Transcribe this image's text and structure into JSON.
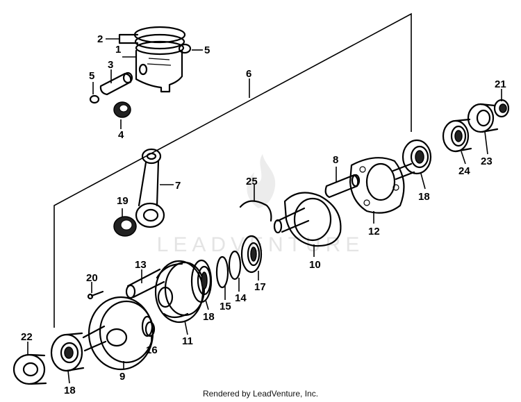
{
  "diagram": {
    "watermark": "LEADVENTURE",
    "footer": "Rendered by LeadVenture, Inc.",
    "callouts": [
      {
        "id": "c1",
        "text": "1"
      },
      {
        "id": "c2",
        "text": "2"
      },
      {
        "id": "c3",
        "text": "3"
      },
      {
        "id": "c4",
        "text": "4"
      },
      {
        "id": "c5a",
        "text": "5"
      },
      {
        "id": "c5b",
        "text": "5"
      },
      {
        "id": "c6",
        "text": "6"
      },
      {
        "id": "c7",
        "text": "7"
      },
      {
        "id": "c8",
        "text": "8"
      },
      {
        "id": "c9",
        "text": "9"
      },
      {
        "id": "c10",
        "text": "10"
      },
      {
        "id": "c11",
        "text": "11"
      },
      {
        "id": "c12",
        "text": "12"
      },
      {
        "id": "c13",
        "text": "13"
      },
      {
        "id": "c14",
        "text": "14"
      },
      {
        "id": "c15",
        "text": "15"
      },
      {
        "id": "c16",
        "text": "16"
      },
      {
        "id": "c17",
        "text": "17"
      },
      {
        "id": "c18a",
        "text": "18"
      },
      {
        "id": "c18b",
        "text": "18"
      },
      {
        "id": "c18c",
        "text": "18"
      },
      {
        "id": "c19",
        "text": "19"
      },
      {
        "id": "c20",
        "text": "20"
      },
      {
        "id": "c21",
        "text": "21"
      },
      {
        "id": "c22",
        "text": "22"
      },
      {
        "id": "c23",
        "text": "23"
      },
      {
        "id": "c24",
        "text": "24"
      },
      {
        "id": "c25",
        "text": "25"
      }
    ]
  }
}
